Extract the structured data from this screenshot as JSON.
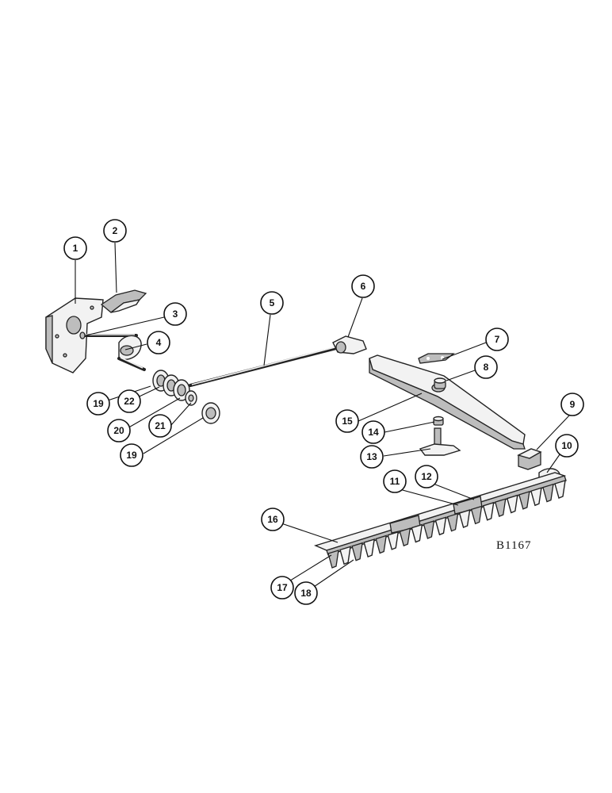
{
  "diagram": {
    "reference_code": "B1167",
    "callouts": [
      {
        "id": "c1",
        "label": "1"
      },
      {
        "id": "c2",
        "label": "2"
      },
      {
        "id": "c3",
        "label": "3"
      },
      {
        "id": "c4",
        "label": "4"
      },
      {
        "id": "c5",
        "label": "5"
      },
      {
        "id": "c6",
        "label": "6"
      },
      {
        "id": "c7",
        "label": "7"
      },
      {
        "id": "c8",
        "label": "8"
      },
      {
        "id": "c9",
        "label": "9"
      },
      {
        "id": "c10",
        "label": "10"
      },
      {
        "id": "c11",
        "label": "11"
      },
      {
        "id": "c12",
        "label": "12"
      },
      {
        "id": "c13",
        "label": "13"
      },
      {
        "id": "c14",
        "label": "14"
      },
      {
        "id": "c15",
        "label": "15"
      },
      {
        "id": "c16",
        "label": "16"
      },
      {
        "id": "c17",
        "label": "17"
      },
      {
        "id": "c18",
        "label": "18"
      },
      {
        "id": "c19a",
        "label": "19"
      },
      {
        "id": "c19b",
        "label": "19"
      },
      {
        "id": "c20",
        "label": "20"
      },
      {
        "id": "c21",
        "label": "21"
      },
      {
        "id": "c22",
        "label": "22"
      }
    ]
  }
}
